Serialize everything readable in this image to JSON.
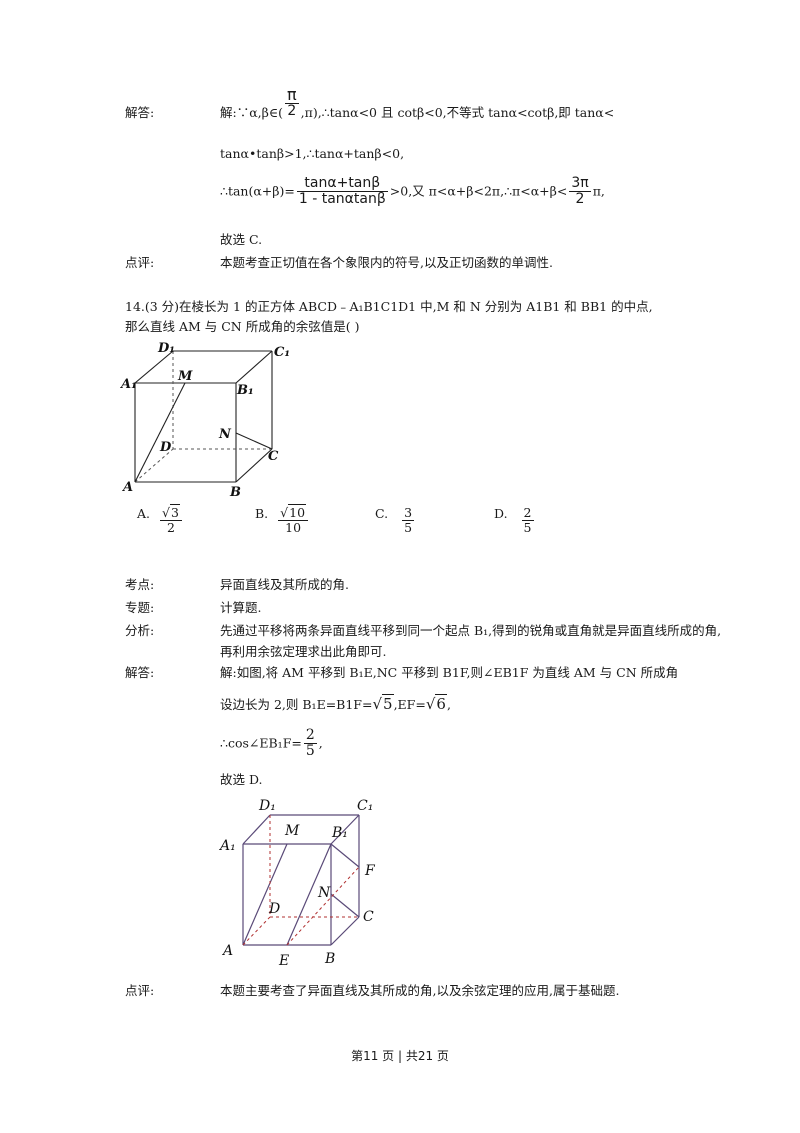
{
  "q13": {
    "answer_label": "解答:",
    "line1_pre": "解:∵α,β∈(",
    "line1_pi_num": "π",
    "line1_pi_den": "2",
    "line1_post": ",π),∴tanα<0 且 cotβ<0,不等式 tanα<cotβ,即 tanα<",
    "line2": "tanα•tanβ>1,∴tanα+tanβ<0,",
    "line3_pre": "∴tan(α+β)=",
    "line3_num": "tanα+tanβ",
    "line3_den": "1 - tanαtanβ",
    "line3_mid": ">0,又 π<α+β<2π,∴π<α+β<",
    "line3_frac_num": "3π",
    "line3_frac_den": "2",
    "line3_post": "π,",
    "line4": "故选 C.",
    "comment_label": "点评:",
    "comment": "本题考查正切值在各个象限内的符号,以及正切函数的单调性."
  },
  "q14": {
    "title_line1": "14.(3 分)在棱长为 1 的正方体 ABCD﹣A₁B1C1D1 中,M 和 N 分别为 A1B1 和 BB1 的中点,",
    "title_line2": "那么直线 AM 与 CN 所成角的余弦值是(    )",
    "fig1_labels": {
      "D1": "D₁",
      "C1": "C₁",
      "A1": "A₁",
      "M": "M",
      "B1": "B₁",
      "N": "N",
      "D": "D",
      "C": "C",
      "A": "A",
      "B": "B"
    },
    "options": [
      {
        "letter": "A.",
        "num": "3",
        "den": "2"
      },
      {
        "letter": "B.",
        "num": "10",
        "den": "10"
      },
      {
        "letter": "C.",
        "num": "3",
        "den": "5"
      },
      {
        "letter": "D.",
        "num": "2",
        "den": "5"
      }
    ],
    "kaodian_label": "考点:",
    "kaodian": "异面直线及其所成的角.",
    "zhuanti_label": "专题:",
    "zhuanti": "计算题.",
    "fenxi_label": "分析:",
    "fenxi_line1": "先通过平移将两条异面直线平移到同一个起点 B₁,得到的锐角或直角就是异面直线所成的角,",
    "fenxi_line2": "再利用余弦定理求出此角即可.",
    "jieda_label": "解答:",
    "jieda_line1": "解:如图,将 AM 平移到 B₁E,NC 平移到 B1F,则∠EB1F 为直线 AM 与 CN 所成角",
    "jieda_line2_pre": "设边长为 2,则 B₁E=B1F=",
    "jieda_line2_r1": "5",
    "jieda_line2_mid": ",EF=",
    "jieda_line2_r2": "6",
    "jieda_line2_post": ",",
    "jieda_line3_pre": "∴cos∠EB₁F=",
    "jieda_line3_num": "2",
    "jieda_line3_den": "5",
    "jieda_line3_post": ",",
    "jieda_line4": "故选 D.",
    "fig2_labels": {
      "D1": "D₁",
      "C1": "C₁",
      "A1": "A₁",
      "M": "M",
      "B1": "B₁",
      "F": "F",
      "N": "N",
      "D": "D",
      "C": "C",
      "A": "A",
      "E": "E",
      "B": "B"
    },
    "comment_label": "点评:",
    "comment": "本题主要考查了异面直线及其所成的角,以及余弦定理的应用,属于基础题."
  },
  "footer": {
    "text": "第11 页  |  共21 页"
  }
}
